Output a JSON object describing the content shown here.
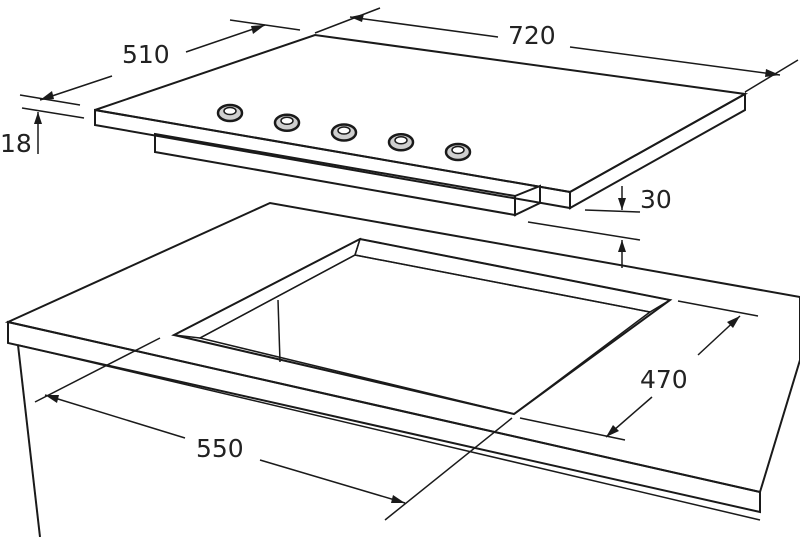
{
  "dimensions": {
    "hob_width": "720",
    "hob_depth": "510",
    "hob_thickness": "18",
    "under_clearance": "30",
    "cutout_depth": "470",
    "cutout_width": "550"
  },
  "burner_count": 5,
  "colors": {
    "stroke": "#1a1a1a",
    "hob_top": "#f4f4f4",
    "hob_edge": "#d6d6d6",
    "cutout_floor": "#d8d8d8",
    "cutout_wall": "#e6e6e6",
    "counter_top": "#ffffff"
  }
}
